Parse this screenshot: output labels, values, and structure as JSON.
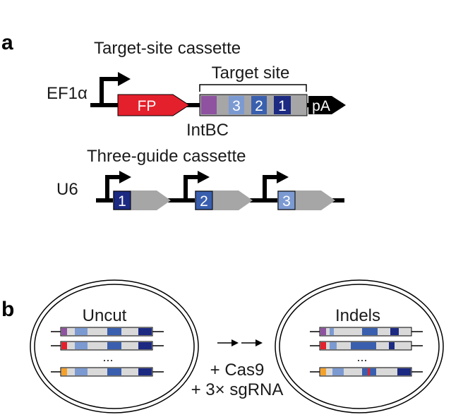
{
  "panel_a": {
    "label": "a",
    "target_cassette": {
      "title": "Target-site cassette",
      "promoter": "EF1α",
      "fp_label": "FP",
      "target_site_label": "Target site",
      "sites": [
        "3",
        "2",
        "1"
      ],
      "polyA_label": "pA",
      "intbc_label": "IntBC"
    },
    "guide_cassette": {
      "title": "Three-guide cassette",
      "promoter": "U6",
      "guides": [
        "1",
        "2",
        "3"
      ]
    }
  },
  "panel_b": {
    "label": "b",
    "left_cell_label": "Uncut",
    "right_cell_label": "Indels",
    "ellipsis": "...",
    "reaction_line1": "+ Cas9",
    "reaction_line2": "+ 3× sgRNA"
  },
  "colors": {
    "fp_red": "#e4202c",
    "intbc_purple": "#8e52a0",
    "site_dark": "#1c2a82",
    "site_mid": "#3a5fae",
    "site_light": "#7c9ad2",
    "backbone_gray": "#a6a6a6",
    "light_gray": "#d9d9d9",
    "black": "#000000",
    "intbc_red": "#e4202c",
    "intbc_orange": "#f4a12a"
  }
}
